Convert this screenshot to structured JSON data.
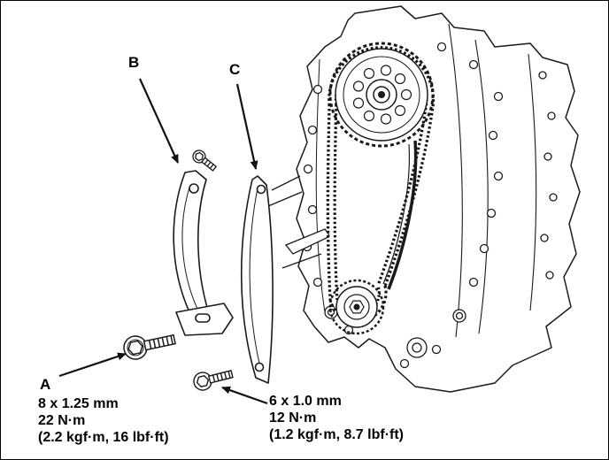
{
  "page": {
    "background": "#ffffff",
    "line_color": "#1a1a1a"
  },
  "labels": {
    "part_a": "A",
    "part_b": "B",
    "part_c": "C"
  },
  "specs": {
    "bolt_a": {
      "size": "8 x 1.25 mm",
      "torque": "22 N·m",
      "torque_alt": "(2.2 kgf·m, 16 lbf·ft)"
    },
    "bolt_c": {
      "size": "6 x 1.0 mm",
      "torque": "12 N·m",
      "torque_alt": "(1.2 kgf·m, 8.7 lbf·ft)"
    }
  },
  "icons": {
    "engine_block": "engine-front-illustration",
    "cam_sprocket": "camshaft-sprocket-icon",
    "crank_sprocket": "crankshaft-sprocket-icon",
    "timing_chain": "timing-chain-icon",
    "guide_b": "chain-guide-icon",
    "guide_c": "chain-guide-icon",
    "bolts": "flange-bolt-icon",
    "arrows": "leader-arrow-icon"
  }
}
